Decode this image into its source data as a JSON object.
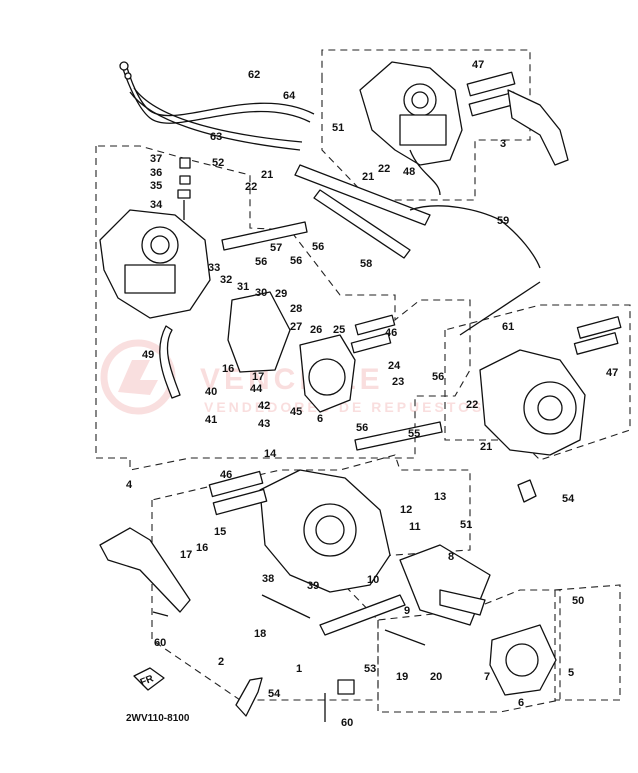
{
  "diagram": {
    "part_code": "2WV110-8100",
    "front_mark": "FR",
    "watermark_line1": "VENCHILE",
    "watermark_line2": "VENDEDORES DE REPUESTOS",
    "callouts": [
      {
        "id": "c62",
        "text": "62"
      },
      {
        "id": "c64",
        "text": "64"
      },
      {
        "id": "c47a",
        "text": "47"
      },
      {
        "id": "c63",
        "text": "63"
      },
      {
        "id": "c51a",
        "text": "51"
      },
      {
        "id": "c3",
        "text": "3"
      },
      {
        "id": "c37",
        "text": "37"
      },
      {
        "id": "c52",
        "text": "52"
      },
      {
        "id": "c21a",
        "text": "21"
      },
      {
        "id": "c36",
        "text": "36"
      },
      {
        "id": "c22a",
        "text": "22"
      },
      {
        "id": "c22b",
        "text": "22"
      },
      {
        "id": "c21b",
        "text": "21"
      },
      {
        "id": "c48",
        "text": "48"
      },
      {
        "id": "c35",
        "text": "35"
      },
      {
        "id": "c34",
        "text": "34"
      },
      {
        "id": "c59",
        "text": "59"
      },
      {
        "id": "c57",
        "text": "57"
      },
      {
        "id": "c56a",
        "text": "56"
      },
      {
        "id": "c56b",
        "text": "56"
      },
      {
        "id": "c56c",
        "text": "56"
      },
      {
        "id": "c58",
        "text": "58"
      },
      {
        "id": "c33",
        "text": "33"
      },
      {
        "id": "c32",
        "text": "32"
      },
      {
        "id": "c31",
        "text": "31"
      },
      {
        "id": "c30",
        "text": "30"
      },
      {
        "id": "c29",
        "text": "29"
      },
      {
        "id": "c28",
        "text": "28"
      },
      {
        "id": "c27",
        "text": "27"
      },
      {
        "id": "c26",
        "text": "26"
      },
      {
        "id": "c25",
        "text": "25"
      },
      {
        "id": "c46a",
        "text": "46"
      },
      {
        "id": "c61",
        "text": "61"
      },
      {
        "id": "c47b",
        "text": "47"
      },
      {
        "id": "c49",
        "text": "49"
      },
      {
        "id": "c16a",
        "text": "16"
      },
      {
        "id": "c17a",
        "text": "17"
      },
      {
        "id": "c40",
        "text": "40"
      },
      {
        "id": "c44",
        "text": "44"
      },
      {
        "id": "c24",
        "text": "24"
      },
      {
        "id": "c23",
        "text": "23"
      },
      {
        "id": "c56d",
        "text": "56"
      },
      {
        "id": "c42",
        "text": "42"
      },
      {
        "id": "c45",
        "text": "45"
      },
      {
        "id": "c6a",
        "text": "6"
      },
      {
        "id": "c22c",
        "text": "22"
      },
      {
        "id": "c41",
        "text": "41"
      },
      {
        "id": "c43",
        "text": "43"
      },
      {
        "id": "c56e",
        "text": "56"
      },
      {
        "id": "c55",
        "text": "55"
      },
      {
        "id": "c21c",
        "text": "21"
      },
      {
        "id": "c4",
        "text": "4"
      },
      {
        "id": "c14",
        "text": "14"
      },
      {
        "id": "c46b",
        "text": "46"
      },
      {
        "id": "c13",
        "text": "13"
      },
      {
        "id": "c54a",
        "text": "54"
      },
      {
        "id": "c12",
        "text": "12"
      },
      {
        "id": "c11",
        "text": "11"
      },
      {
        "id": "c51b",
        "text": "51"
      },
      {
        "id": "c15",
        "text": "15"
      },
      {
        "id": "c16b",
        "text": "16"
      },
      {
        "id": "c17b",
        "text": "17"
      },
      {
        "id": "c8",
        "text": "8"
      },
      {
        "id": "c38",
        "text": "38"
      },
      {
        "id": "c39",
        "text": "39"
      },
      {
        "id": "c10",
        "text": "10"
      },
      {
        "id": "c9",
        "text": "9"
      },
      {
        "id": "c50",
        "text": "50"
      },
      {
        "id": "c18",
        "text": "18"
      },
      {
        "id": "c60a",
        "text": "60"
      },
      {
        "id": "c2",
        "text": "2"
      },
      {
        "id": "c1",
        "text": "1"
      },
      {
        "id": "c53",
        "text": "53"
      },
      {
        "id": "c19",
        "text": "19"
      },
      {
        "id": "c20",
        "text": "20"
      },
      {
        "id": "c7",
        "text": "7"
      },
      {
        "id": "c5",
        "text": "5"
      },
      {
        "id": "c54b",
        "text": "54"
      },
      {
        "id": "c6b",
        "text": "6"
      },
      {
        "id": "c60b",
        "text": "60"
      }
    ]
  }
}
